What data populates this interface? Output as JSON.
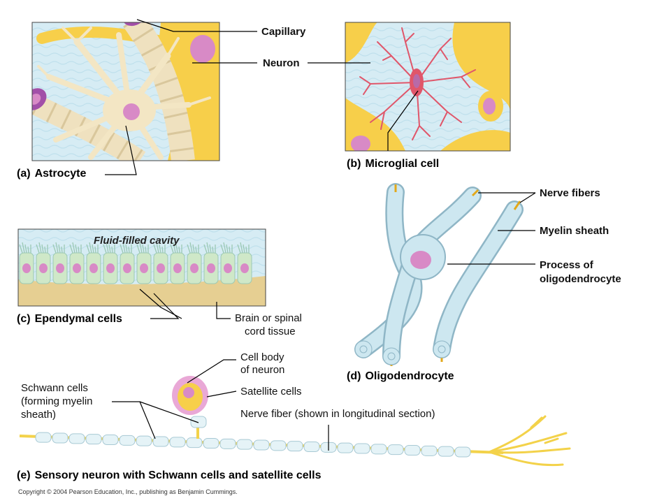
{
  "panels": {
    "a": {
      "letter": "(a)",
      "name": "Astrocyte"
    },
    "b": {
      "letter": "(b)",
      "name": "Microglial cell"
    },
    "c": {
      "letter": "(c)",
      "name": "Ependymal cells"
    },
    "d": {
      "letter": "(d)",
      "name": "Oligodendrocyte"
    },
    "e": {
      "letter": "(e)",
      "name": "Sensory neuron with Schwann cells and satellite cells"
    }
  },
  "labels": {
    "capillary": "Capillary",
    "neuron": "Neuron",
    "nerve_fibers": "Nerve fibers",
    "myelin_sheath": "Myelin sheath",
    "process_line1": "Process of",
    "process_line2": "oligodendrocyte",
    "fluid_cavity": "Fluid-filled cavity",
    "brain_line1": "Brain or spinal",
    "brain_line2": "cord tissue",
    "cell_body_line1": "Cell body",
    "cell_body_line2": "of neuron",
    "satellite": "Satellite cells",
    "schwann_line1": "Schwann cells",
    "schwann_line2": "(forming myelin",
    "schwann_line3": "sheath)",
    "nerve_fiber": "Nerve fiber (shown in longitudinal section)"
  },
  "copyright": "Copyright © 2004 Pearson Education, Inc., publishing as Benjamin Cummings.",
  "colors": {
    "bg_blue": "#d6ecf4",
    "astro": "#f3e6c4",
    "neuron_yellow": "#f7cf4a",
    "nucleus": "#d88ac6",
    "capillary_purple": "#a24fa8",
    "microglia_red": "#e0566a",
    "oligo_blue": "#bfe0ec",
    "tissue_tan": "#e6cf92",
    "axon_yellow": "#f3d24a"
  }
}
